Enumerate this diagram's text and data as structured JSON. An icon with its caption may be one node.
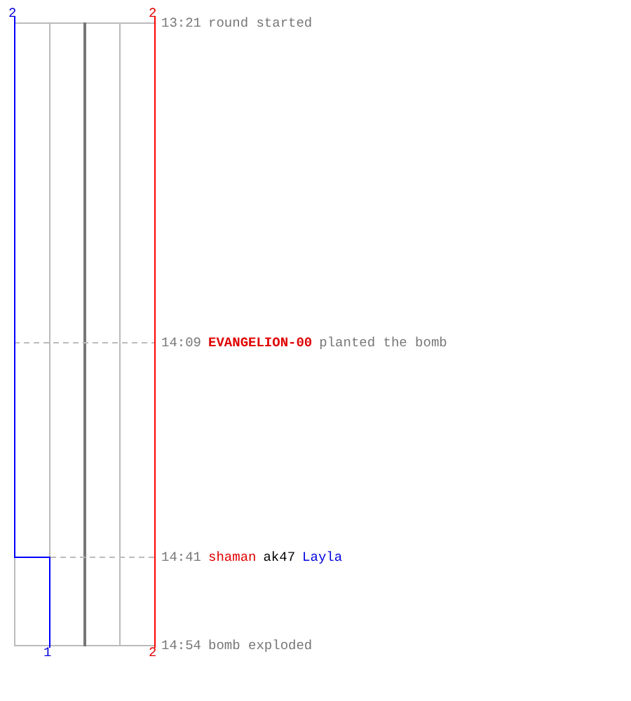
{
  "diagram": {
    "labels": [
      "2",
      "2",
      "13:21",
      "round started",
      "14:09",
      "EVANGELION-00",
      "planted the bomb",
      "14:41",
      "shaman",
      "ak47",
      "Layla",
      "1",
      "2",
      "14:54",
      "bomb exploded"
    ]
  }
}
